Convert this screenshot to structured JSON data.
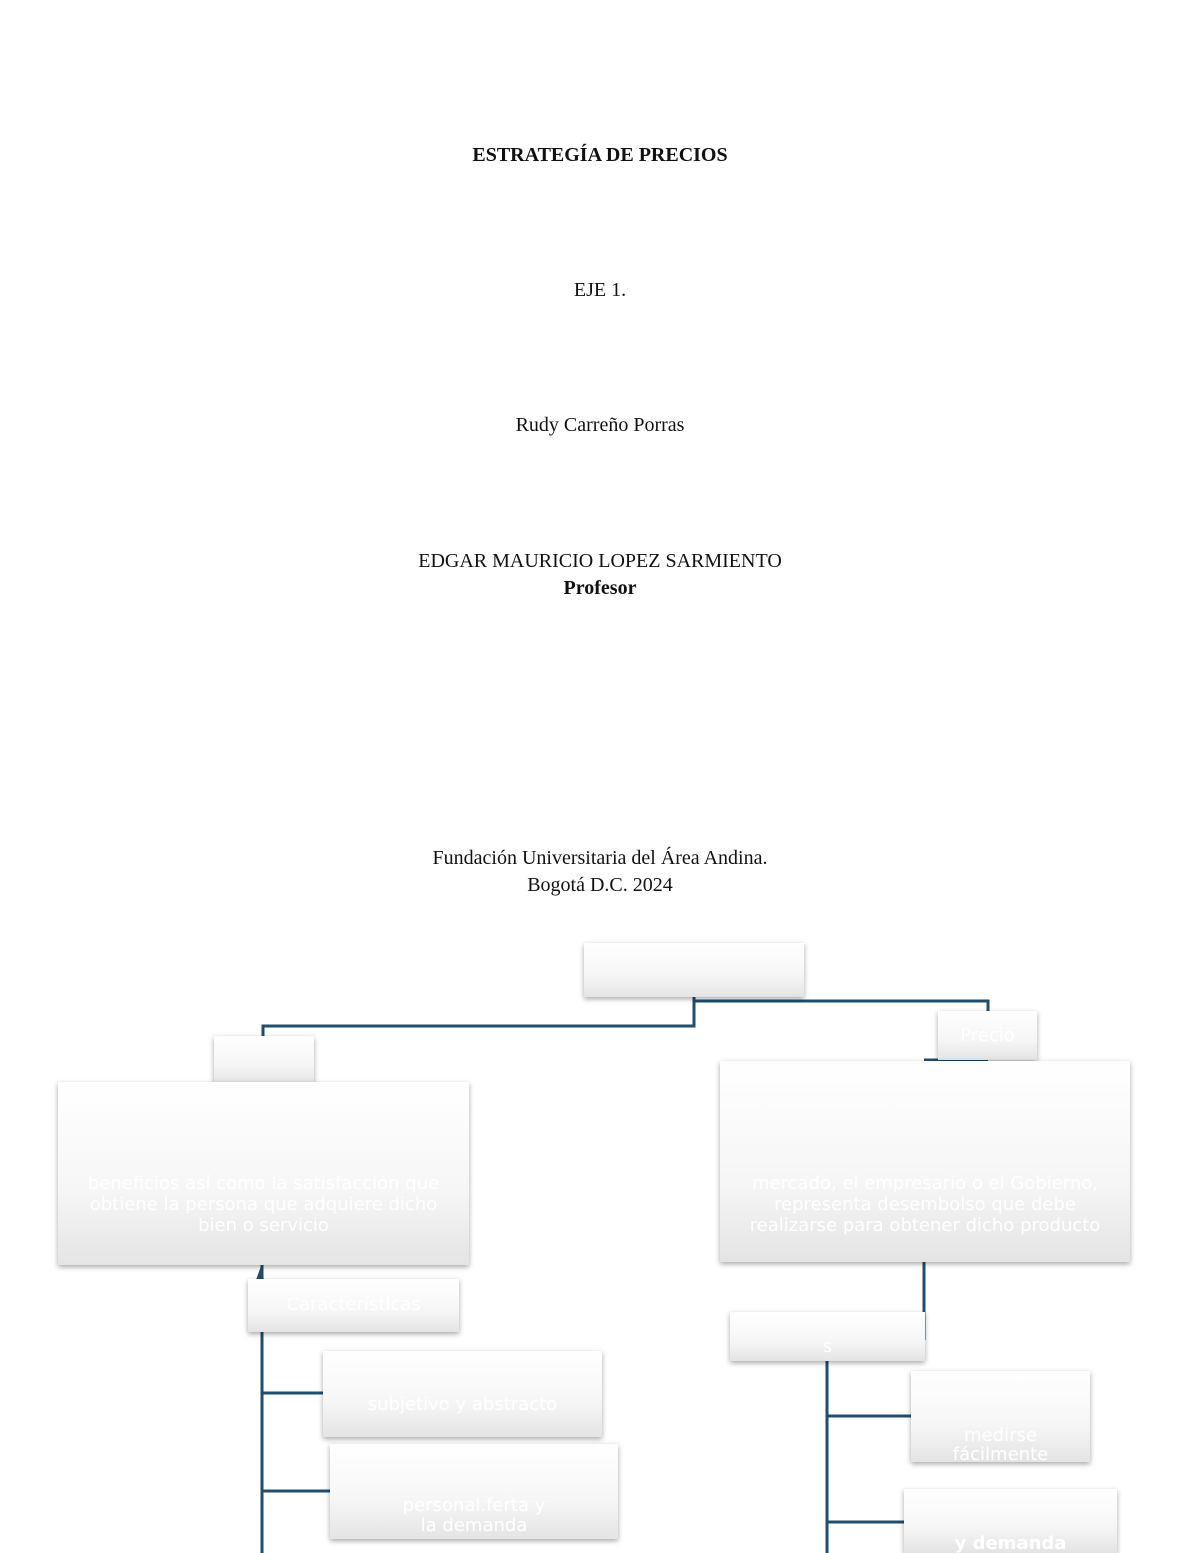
{
  "cover": {
    "title": "ESTRATEGÍA DE PRECIOS",
    "subtitle": "EJE 1.",
    "author": "Rudy Carreño Porras",
    "professor_name": "EDGAR MAURICIO LOPEZ SARMIENTO",
    "professor_role": "Profesor",
    "institution": "Fundación Universitaria del Área Andina.",
    "place_year": "Bogotá D.C. 2024"
  },
  "diagram": {
    "connector_color": "#1f4e6e",
    "left_description_line1": "beneficios así como la satisfacción que",
    "left_description_line2": "obtiene la persona que adquiere dicho",
    "left_description_line3": "bien o servicio",
    "left_sub_label": "Características",
    "left_item1": "subjetivo y abstracto",
    "left_item2_line1": "personal.ferta y",
    "left_item2_line2": "la demanda",
    "right_top_label": "Precio",
    "right_description_line1": "mercado, el empresario o el Gobierno,",
    "right_description_line2": "representa  desembolso que debe",
    "right_description_line3": "realizarse para obtener dicho producto",
    "right_sub_label": "s",
    "right_item1_line1": "medirse",
    "right_item1_line2": "fácilmente",
    "right_item2": "y demanda"
  }
}
